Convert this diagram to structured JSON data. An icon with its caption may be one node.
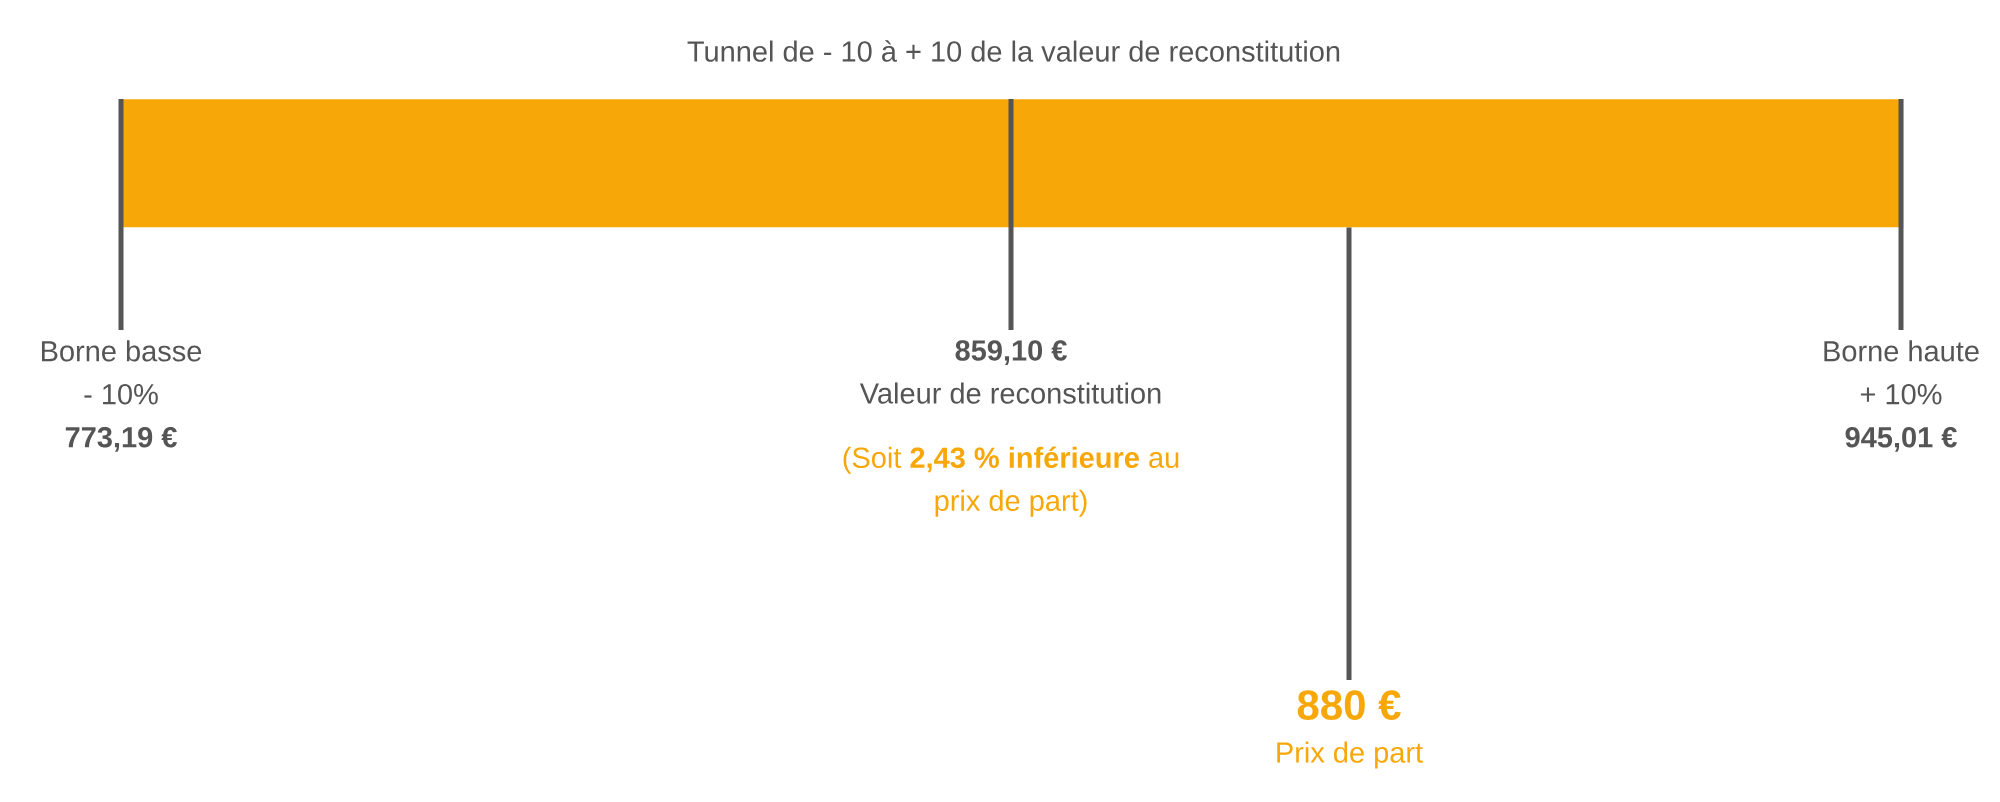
{
  "diagram": {
    "title": "Tunnel de - 10 à + 10 de la valeur de reconstitution",
    "nodes": [
      {
        "text": [],
        "shape": "bar"
      },
      {
        "text": [
          "Borne basse",
          "- 10%",
          "773,19 €"
        ]
      },
      {
        "text": [
          "859,10 €",
          "Valeur de reconstitution",
          "(Soit **2,43 % inférieure** au prix de part)"
        ]
      },
      {
        "text": [
          "Borne haute",
          "+ 10%",
          "945,01 €"
        ]
      },
      {
        "text": [
          "880 €",
          "Prix de part"
        ]
      }
    ],
    "edges": [
      {
        "from": 1,
        "to": 0,
        "arrow": "none"
      },
      {
        "from": 2,
        "to": 0,
        "arrow": "none"
      },
      {
        "from": 3,
        "to": 0,
        "arrow": "none"
      },
      {
        "from": 4,
        "to": 0,
        "arrow": "none"
      }
    ]
  }
}
